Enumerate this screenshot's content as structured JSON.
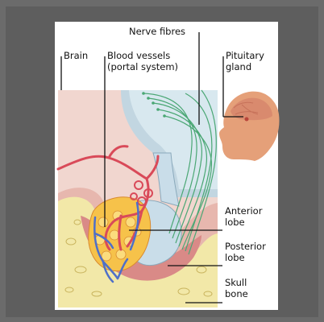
{
  "labels": {
    "nerve_fibres": "Nerve fibres",
    "brain": "Brain",
    "blood_vessels": "Blood vessels",
    "portal_system": "(portal system)",
    "pituitary": "Pituitary",
    "gland": "gland",
    "anterior": "Anterior",
    "anterior_lobe": "lobe",
    "posterior": "Posterior",
    "posterior_lobe": "lobe",
    "skull": "Skull",
    "bone": "bone"
  },
  "colors": {
    "background": "#6b6b6b",
    "card": "#ffffff",
    "brain_tissue": "#f1d6cf",
    "blood_vessel": "#d94a59",
    "portal_capillary": "#4f6fc8",
    "nerve_fibre": "#4aa774",
    "anterior_lobe": "#f6c24a",
    "posterior_lobe": "#c9dde9",
    "bone": "#f2e8a8",
    "head_silhouette": "#e5a079"
  }
}
